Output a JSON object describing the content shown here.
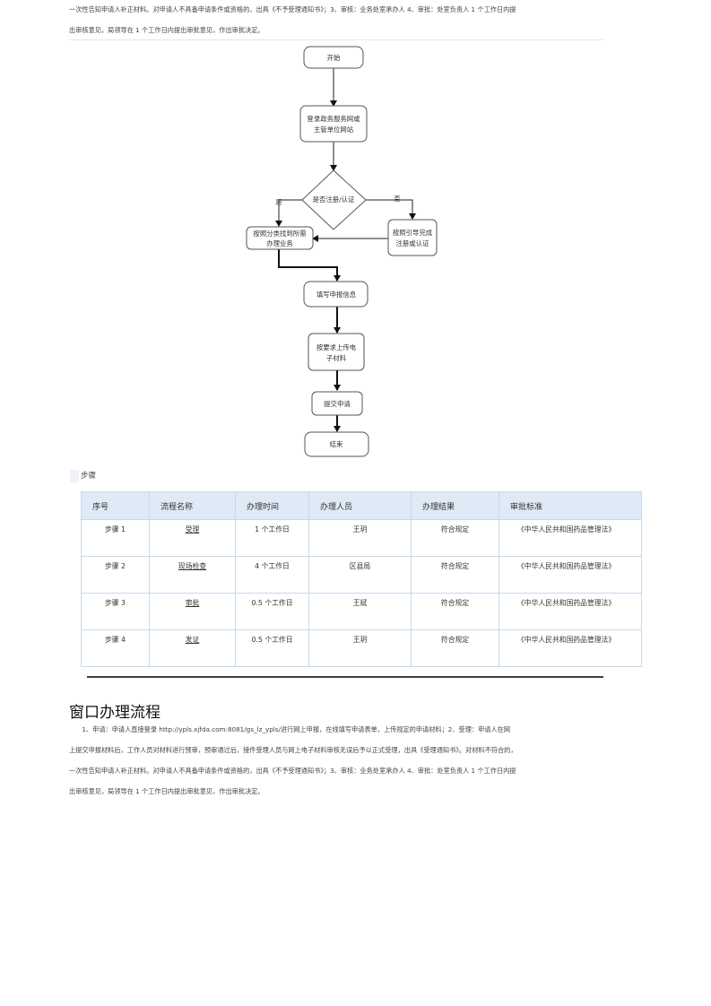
{
  "top_paragraph": {
    "line1": "一次性告知申请人补正材料。对申请人不具备申请条件或资格的，出具《不予受理通知书》；3、审核：业务处室承办人 4、审批：处室负责人 1 个工作日内提",
    "line2": "出审核意见，局领导在 1 个工作日内提出审批意见，作出审批决定。"
  },
  "flowchart": {
    "start": "开始",
    "login_line1": "登录政务服务网或",
    "login_line2": "主管单位网站",
    "decision": "是否注册/认证",
    "yes": "是",
    "no": "否",
    "find_line1": "按照分类找到所需",
    "find_line2": "办理业务",
    "guide_line1": "按照引导完成",
    "guide_line2": "注册或认证",
    "fill": "填写申报信息",
    "upload_line1": "按要求上传电",
    "upload_line2": "子材料",
    "submit": "提交申请",
    "end": "结束"
  },
  "steps_section": {
    "label": "步骤",
    "headers": [
      "序号",
      "流程名称",
      "办理时间",
      "办理人员",
      "办理结果",
      "审批标准"
    ],
    "rows": [
      [
        "步骤 1",
        "受理",
        "1 个工作日",
        "王玥",
        "符合规定",
        "《中华人民共和国药品管理法》"
      ],
      [
        "步骤 2",
        "现场检查",
        "4 个工作日",
        "区县局",
        "符合规定",
        "《中华人民共和国药品管理法》"
      ],
      [
        "步骤 3",
        "审批",
        "0.5 个工作日",
        "王斌",
        "符合规定",
        "《中华人民共和国药品管理法》"
      ],
      [
        "步骤 4",
        "发证",
        "0.5 个工作日",
        "王玥",
        "符合规定",
        "《中华人民共和国药品管理法》"
      ]
    ]
  },
  "window_section": {
    "title": "窗口办理流程",
    "line1": "　　1、申请：申请人直接登录 http://ypls.xjfda.com:8081/gs_lz_ypls/进行网上申报，在线填写申请表单，上传规定的申请材料；2、受理：申请人在网",
    "line2": "上提交申报材料后，工作人员对材料进行预审，预审通过后，接件受理人员与网上电子材料审核无误后予以正式受理，出具《受理通知书》。对材料不符合的，",
    "line3": "一次性告知申请人补正材料。对申请人不具备申请条件或资格的，出具《不予受理通知书》；3、审核：业务处室承办人 4、审批：处室负责人 1 个工作日内提",
    "line4": "出审核意见，局领导在 1 个工作日内提出审批意见，作出审批决定。"
  }
}
